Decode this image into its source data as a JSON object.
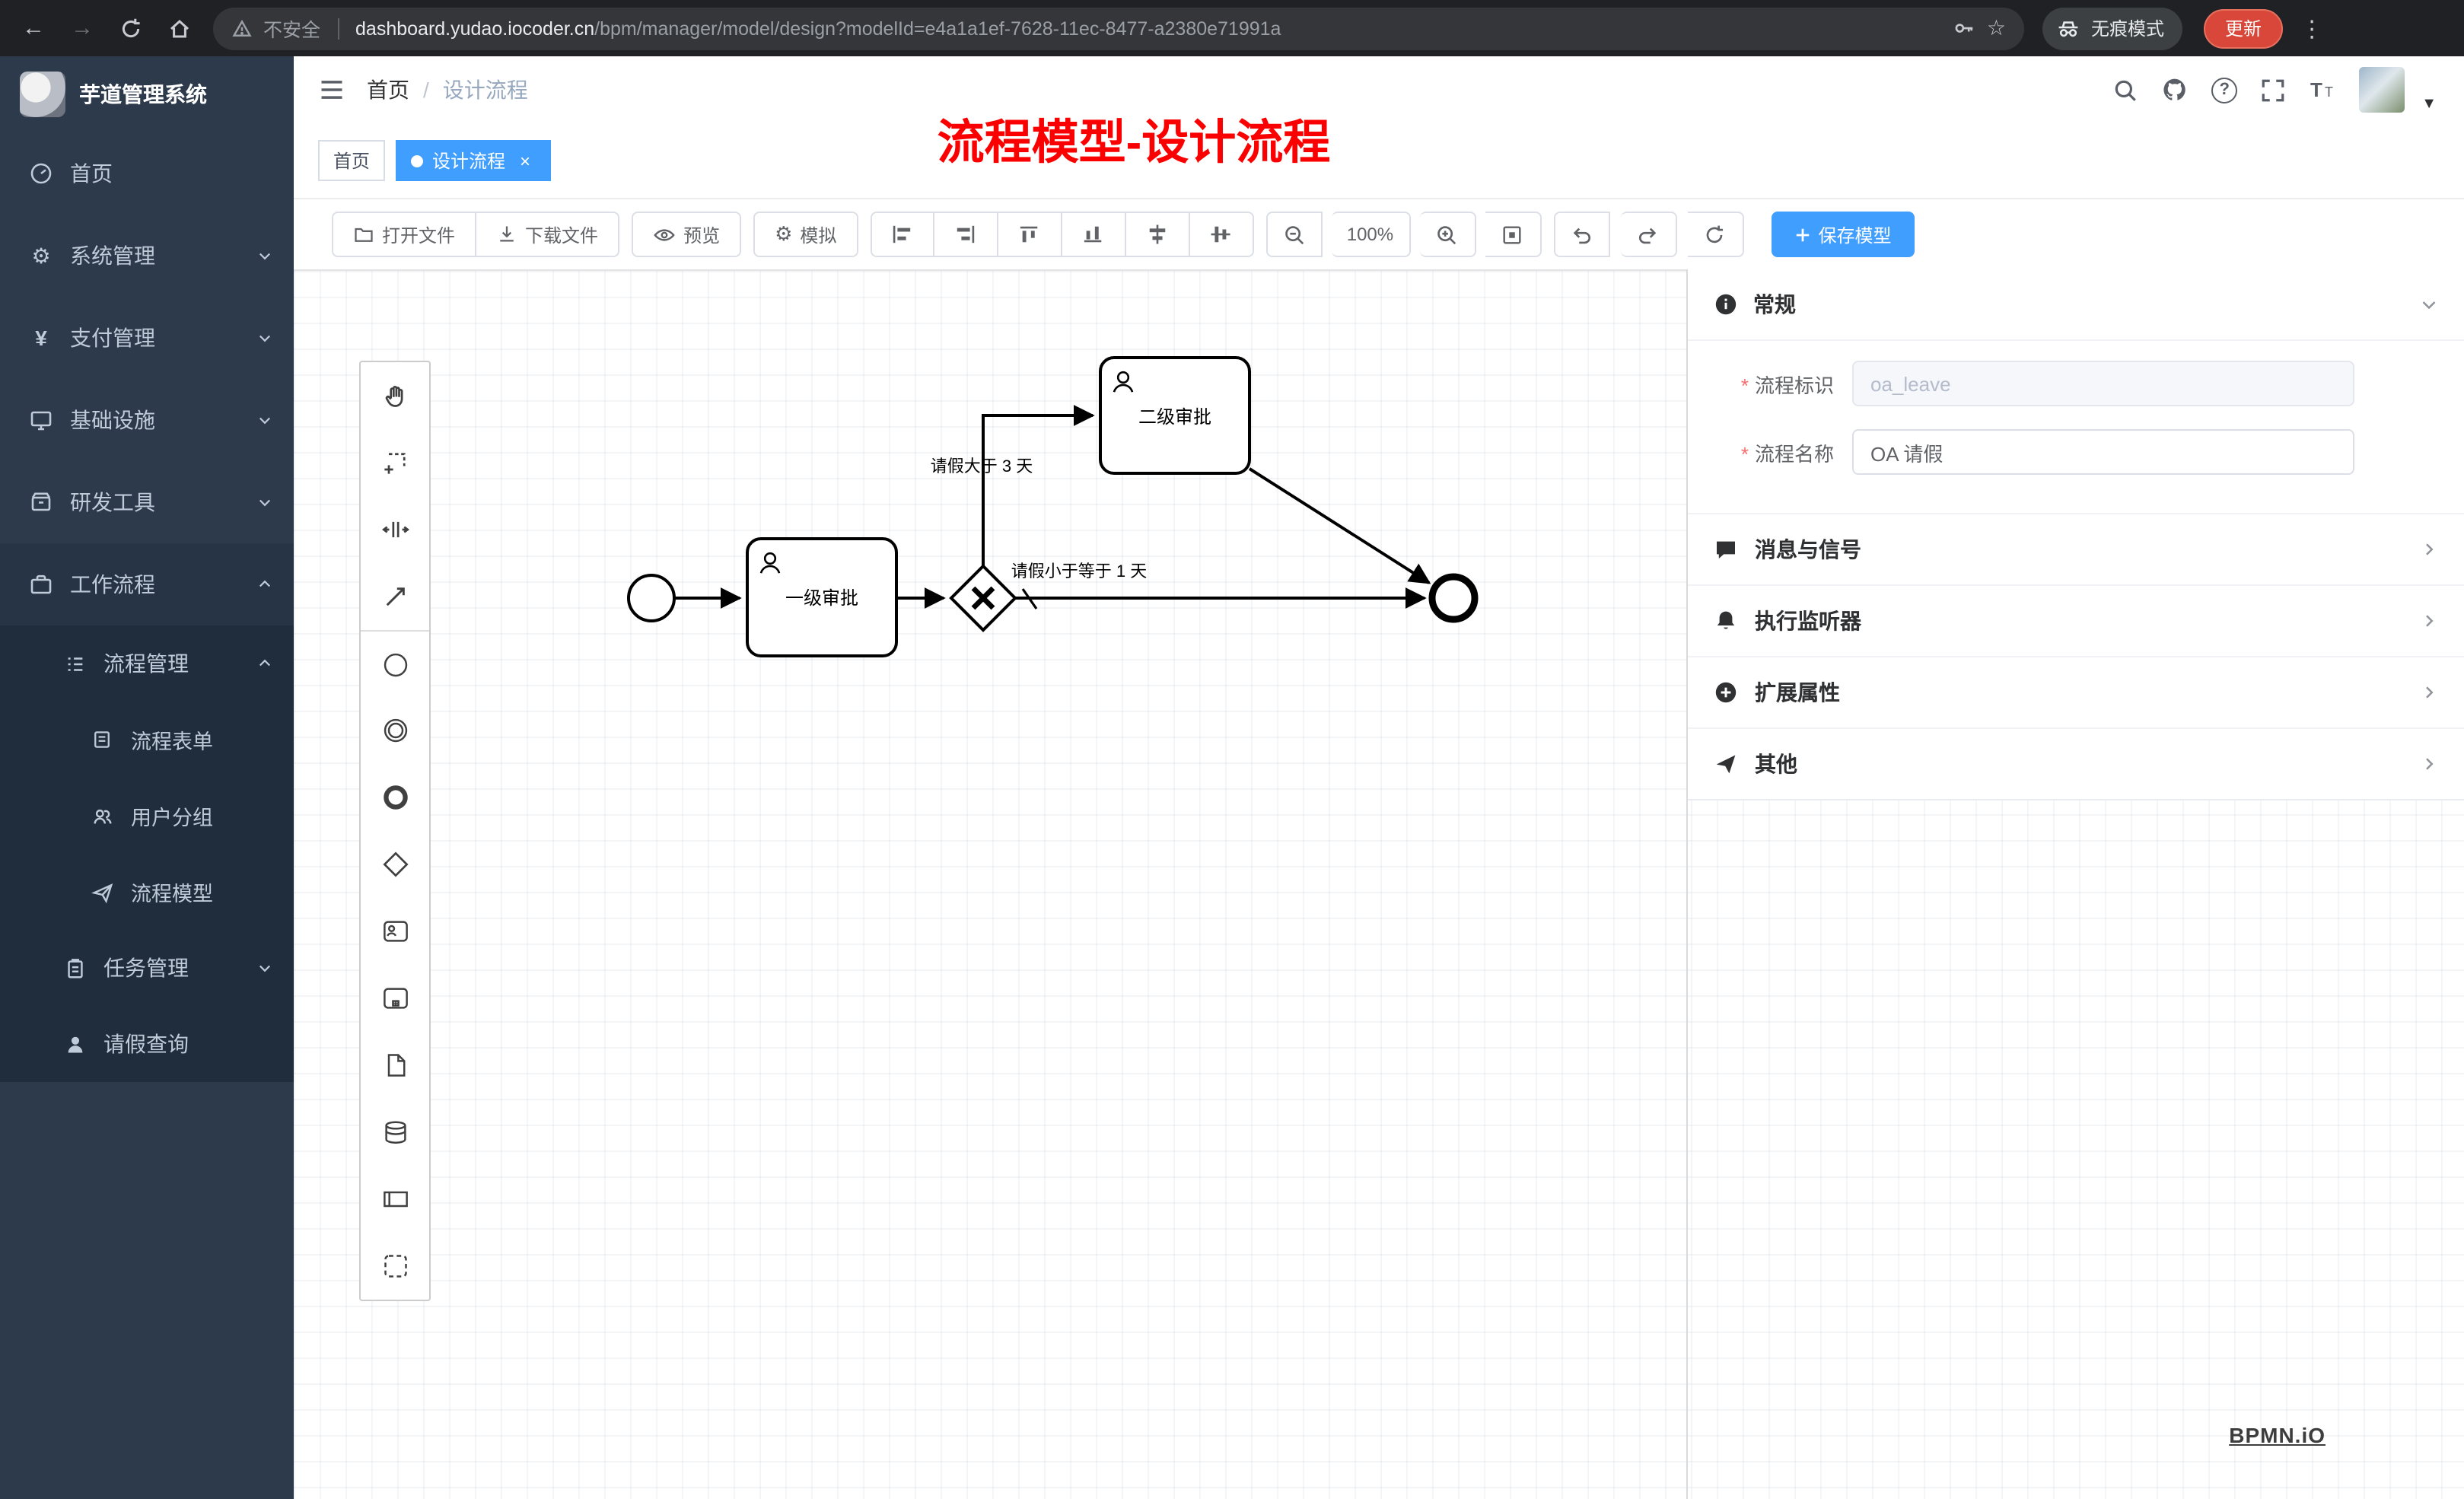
{
  "browser": {
    "security_label": "不安全",
    "url_host": "dashboard.yudao.iocoder.cn",
    "url_path": "/bpm/manager/model/design?modelId=e4a1a1ef-7628-11ec-8477-a2380e71991a",
    "incognito_label": "无痕模式",
    "update_label": "更新"
  },
  "sidebar": {
    "app_title": "芋道管理系统",
    "menu": [
      {
        "label": "首页"
      },
      {
        "label": "系统管理"
      },
      {
        "label": "支付管理"
      },
      {
        "label": "基础设施"
      },
      {
        "label": "研发工具"
      },
      {
        "label": "工作流程"
      }
    ],
    "submenu": {
      "process_mgmt": "流程管理",
      "items": [
        {
          "label": "流程表单"
        },
        {
          "label": "用户分组"
        },
        {
          "label": "流程模型"
        }
      ],
      "task_mgmt": "任务管理",
      "leave_query": "请假查询"
    }
  },
  "header": {
    "breadcrumb": {
      "home": "首页",
      "separator": "/",
      "current": "设计流程"
    }
  },
  "annotation": {
    "text": "流程模型-设计流程"
  },
  "tabs": {
    "home": "首页",
    "active": "设计流程"
  },
  "toolbar": {
    "open_file": "打开文件",
    "download_file": "下载文件",
    "preview": "预览",
    "simulate": "模拟",
    "zoom_level": "100%",
    "save_model": "保存模型"
  },
  "diagram": {
    "task_level1": "一级审批",
    "task_level2": "二级审批",
    "condition_over_3_days": "请假大于 3 天",
    "condition_under_1_day": "请假小于等于 1 天"
  },
  "properties": {
    "general_title": "常规",
    "process_key": {
      "label": "流程标识",
      "value": "oa_leave"
    },
    "process_name": {
      "label": "流程名称",
      "value": "OA 请假"
    },
    "sections": [
      {
        "label": "消息与信号"
      },
      {
        "label": "执行监听器"
      },
      {
        "label": "扩展属性"
      },
      {
        "label": "其他"
      }
    ]
  },
  "watermark": "BPMN.iO"
}
